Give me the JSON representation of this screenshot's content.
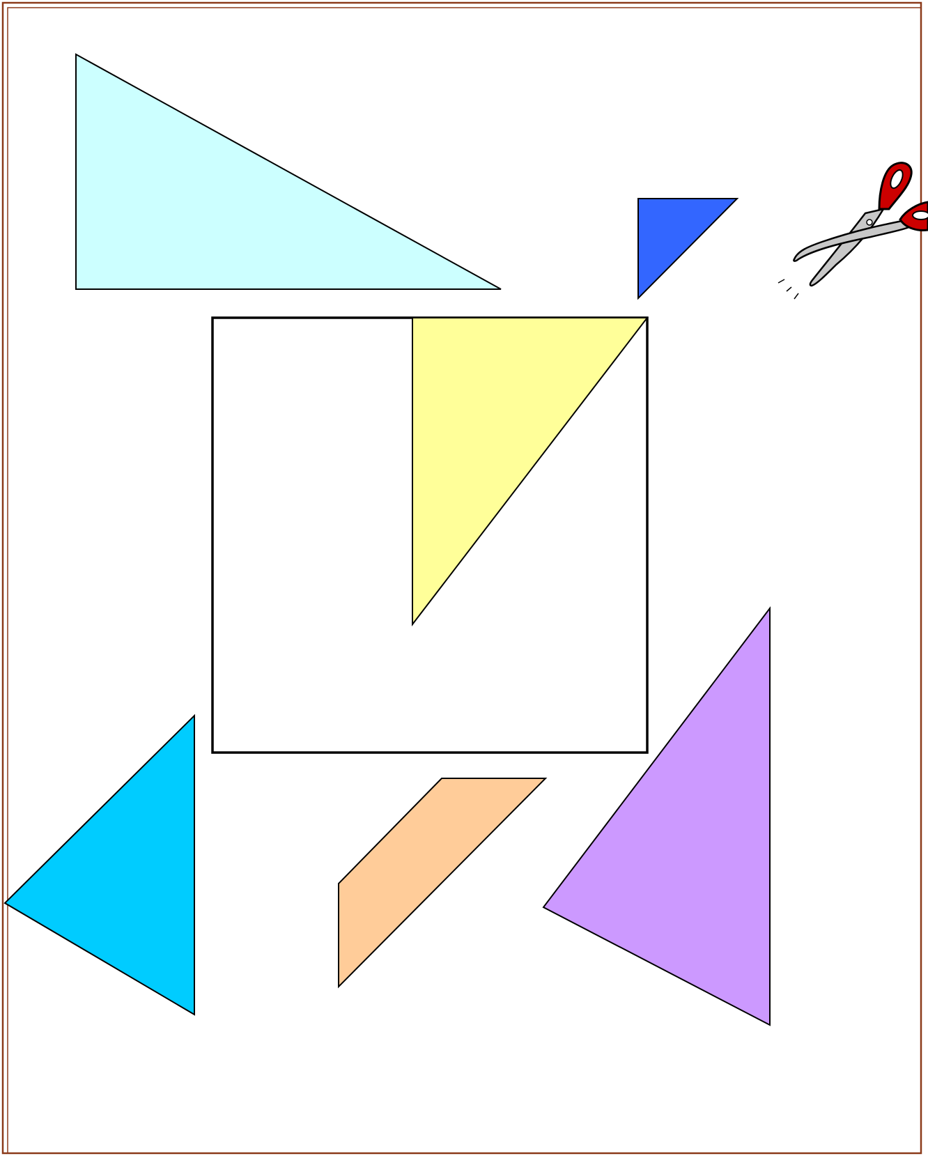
{
  "page": {
    "background": "#ffffff",
    "border_color": "#8B3A1A"
  },
  "pieces": [
    {
      "id": "large-triangle-light-cyan",
      "shape": "right-triangle",
      "fill": "#CCFFFF"
    },
    {
      "id": "small-triangle-blue",
      "shape": "right-triangle",
      "fill": "#3366FF"
    },
    {
      "id": "triangle-yellow",
      "shape": "right-triangle",
      "fill": "#FFFF99"
    },
    {
      "id": "triangle-cyan",
      "shape": "triangle",
      "fill": "#00CCFF"
    },
    {
      "id": "parallelogram-peach",
      "shape": "trapezoid",
      "fill": "#FFCC99"
    },
    {
      "id": "triangle-lavender",
      "shape": "triangle",
      "fill": "#CC99FF"
    }
  ],
  "target_square": {
    "stroke": "#000000"
  },
  "scissors": {
    "icon": "scissors-icon",
    "handle_color": "#CC0000",
    "blade_color": "#C8C8C8"
  }
}
